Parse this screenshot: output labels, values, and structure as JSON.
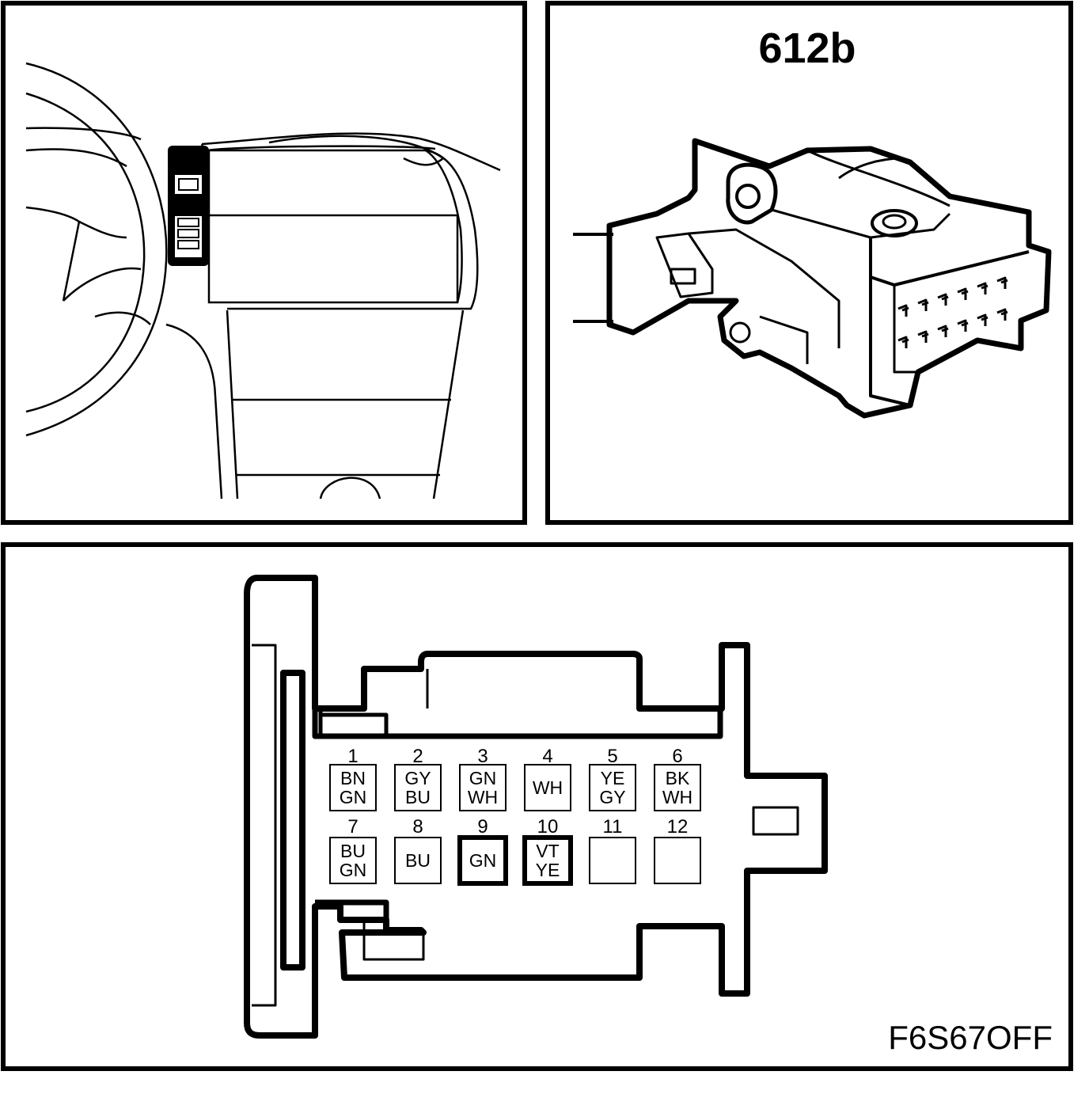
{
  "connector": {
    "id": "612b"
  },
  "figure_code": "F6S67OFF",
  "pins": [
    {
      "num": "1",
      "wires": [
        "BN",
        "GN"
      ],
      "bold": false
    },
    {
      "num": "2",
      "wires": [
        "GY",
        "BU"
      ],
      "bold": false
    },
    {
      "num": "3",
      "wires": [
        "GN",
        "WH"
      ],
      "bold": false
    },
    {
      "num": "4",
      "wires": [
        "WH"
      ],
      "bold": false
    },
    {
      "num": "5",
      "wires": [
        "YE",
        "GY"
      ],
      "bold": false
    },
    {
      "num": "6",
      "wires": [
        "BK",
        "WH"
      ],
      "bold": false
    },
    {
      "num": "7",
      "wires": [
        "BU",
        "GN"
      ],
      "bold": false
    },
    {
      "num": "8",
      "wires": [
        "BU"
      ],
      "bold": false
    },
    {
      "num": "9",
      "wires": [
        "GN"
      ],
      "bold": true
    },
    {
      "num": "10",
      "wires": [
        "VT",
        "YE"
      ],
      "bold": true
    },
    {
      "num": "11",
      "wires": [],
      "bold": false
    },
    {
      "num": "12",
      "wires": [],
      "bold": false
    }
  ],
  "colors": {
    "line": "#000000",
    "background": "#ffffff"
  }
}
